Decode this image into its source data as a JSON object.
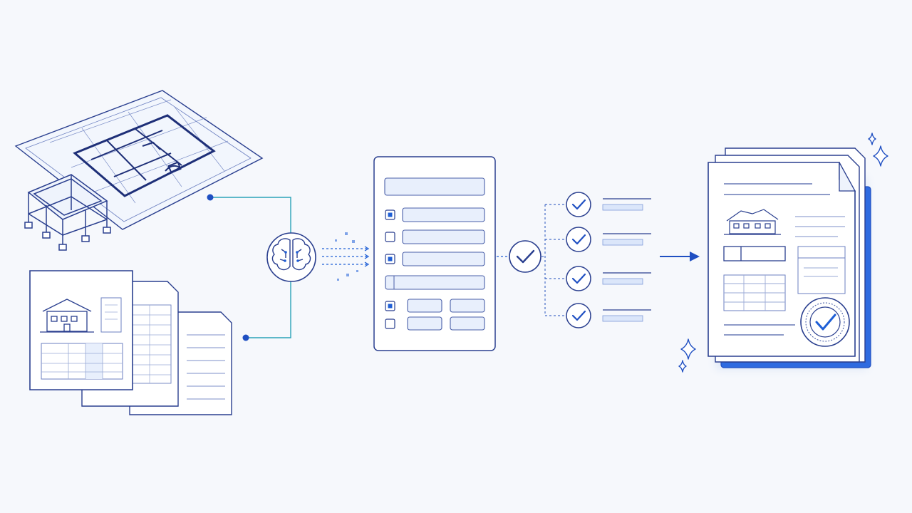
{
  "diagram": {
    "description_free": true,
    "colors": {
      "background": "#f6f8fc",
      "line": "#2a3f8f",
      "line_light": "#4a5fa8",
      "accent": "#1f5fd6",
      "fill_light": "#e8effc",
      "teal": "#2aa3b8",
      "shadow": "#dde6f6"
    },
    "stages": [
      {
        "id": "inputs",
        "icons": [
          "blueprint-icon",
          "structural-frame-icon",
          "document-stack-icon"
        ]
      },
      {
        "id": "processing",
        "icons": [
          "brain-icon"
        ]
      },
      {
        "id": "form",
        "icons": [
          "checklist-form-icon"
        ]
      },
      {
        "id": "validation",
        "icons": [
          "check-circle-icon"
        ]
      },
      {
        "id": "output",
        "icons": [
          "approved-document-folder-icon",
          "approval-seal-icon",
          "sparkle-icon"
        ]
      }
    ],
    "form_rows": [
      {
        "checkbox": "none",
        "fields": 1
      },
      {
        "checkbox": "checked",
        "fields": 1
      },
      {
        "checkbox": "unchecked",
        "fields": 1
      },
      {
        "checkbox": "checked",
        "fields": 1
      },
      {
        "checkbox": "none",
        "fields": 1
      },
      {
        "checkbox": "checked",
        "fields": 2
      },
      {
        "checkbox": "unchecked",
        "fields": 2
      }
    ],
    "validation_items": 4
  }
}
